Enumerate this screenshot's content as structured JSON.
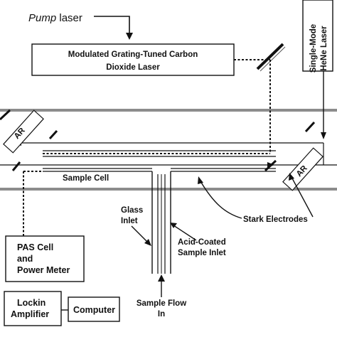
{
  "pump_laser_label": {
    "italic": "Pump",
    "rest": " laser"
  },
  "co2_laser": {
    "line1": "Modulated Grating-Tuned Carbon",
    "line2": "Dioxide Laser"
  },
  "hene_laser": {
    "line1": "Single-Mode",
    "line2": "HeNe Laser"
  },
  "window_label": "AR",
  "sample_cell": "Sample Cell",
  "glass_inlet": {
    "line1": "Glass",
    "line2": "Inlet"
  },
  "acid_inlet": {
    "line1": "Acid-Coated",
    "line2": "Sample Inlet"
  },
  "stark_electrodes": "Stark Electrodes",
  "pas_cell": {
    "line1": "PAS Cell",
    "line2": "and",
    "line3": "Power Meter"
  },
  "lockin": {
    "line1": "Lockin",
    "line2": "Amplifier"
  },
  "computer": "Computer",
  "sample_flow": {
    "line1": "Sample Flow",
    "line2": "In"
  }
}
